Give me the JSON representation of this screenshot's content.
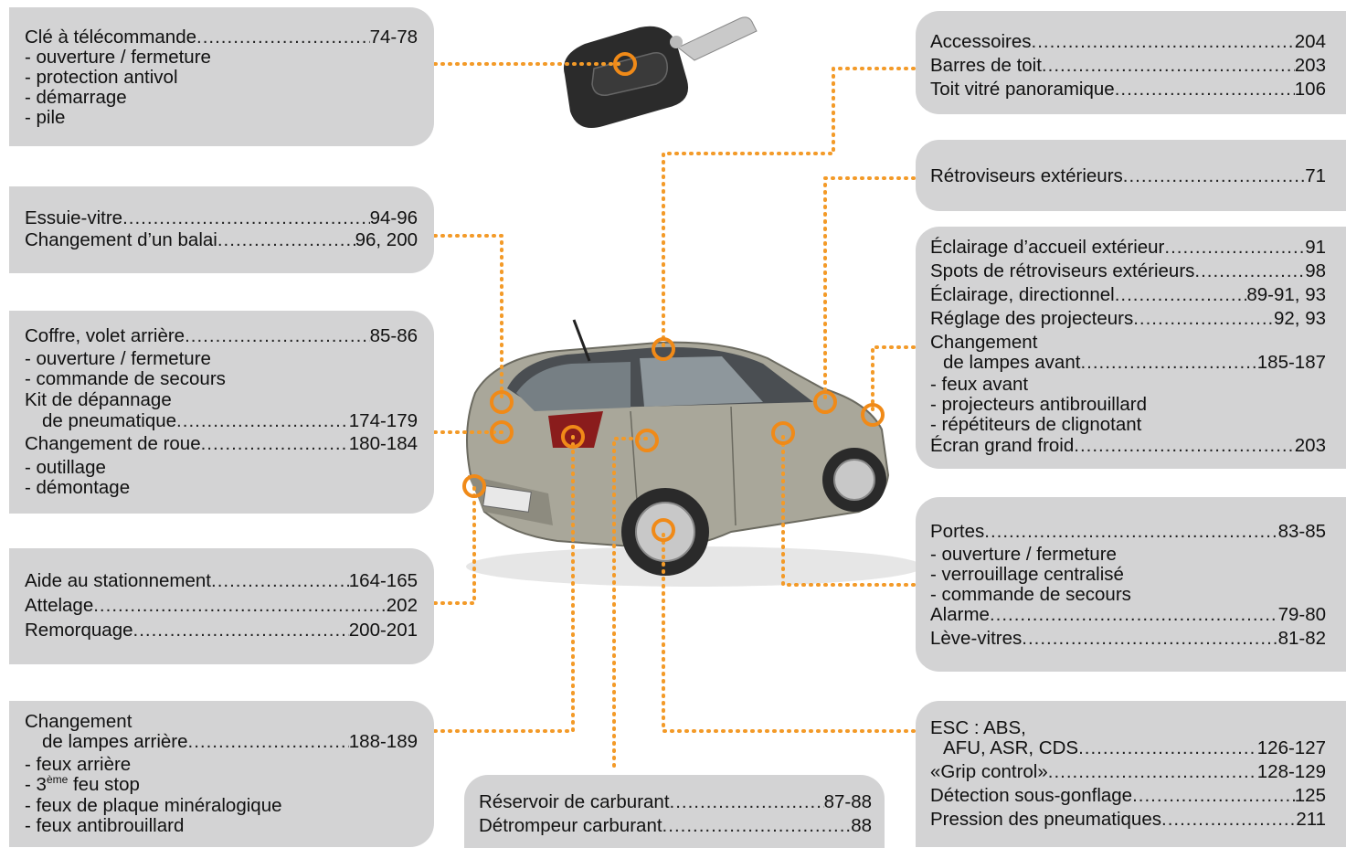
{
  "boxes": {
    "key": {
      "title": "Clé à télécommande",
      "title_pages": "74-78",
      "items": [
        "- ouverture / fermeture",
        "- protection antivol",
        "- démarrage",
        "- pile"
      ]
    },
    "wiper": {
      "rows": [
        {
          "label": "Essuie-vitre",
          "pages": "94-96"
        },
        {
          "label": "Changement d’un balai",
          "pages": "96, 200"
        }
      ]
    },
    "boot": {
      "row1": {
        "label": "Coffre, volet arrière",
        "pages": "85-86"
      },
      "items1": [
        "- ouverture / fermeture",
        "- commande de secours"
      ],
      "kit_line1": "Kit de dépannage",
      "row2": {
        "label": "de pneumatique ",
        "pages": "174-179"
      },
      "row3": {
        "label": "Changement de roue",
        "pages": "180-184"
      },
      "items2": [
        "- outillage",
        "- démontage"
      ]
    },
    "parking": {
      "rows": [
        {
          "label": "Aide au stationnement",
          "pages": "164-165"
        },
        {
          "label": "Attelage ",
          "pages": "202"
        },
        {
          "label": "Remorquage",
          "pages": "200-201"
        }
      ]
    },
    "rear_lamps": {
      "line1": "Changement",
      "row": {
        "label": "de lampes arrière",
        "pages": "188-189"
      },
      "items": [
        "- feux arrière",
        "- 3",
        "ème",
        " feu stop",
        "- feux de plaque minéralogique",
        "- feux antibrouillard"
      ]
    },
    "fuel": {
      "rows": [
        {
          "label": "Réservoir de carburant",
          "pages": "87-88"
        },
        {
          "label": "Détrompeur carburant ",
          "pages": "88"
        }
      ]
    },
    "accessories": {
      "rows": [
        {
          "label": "Accessoires ",
          "pages": "204"
        },
        {
          "label": "Barres de toit ",
          "pages": "203"
        },
        {
          "label": "Toit vitré panoramique ",
          "pages": "106"
        }
      ]
    },
    "mirrors": {
      "rows": [
        {
          "label": "Rétroviseurs extérieurs",
          "pages": "71"
        }
      ]
    },
    "lighting": {
      "rows": [
        {
          "label": "Éclairage d’accueil extérieur",
          "pages": "91"
        },
        {
          "label": "Spots de rétroviseurs extérieurs",
          "pages": "98"
        },
        {
          "label": "Éclairage, directionnel ",
          "pages": "89-91, 93"
        },
        {
          "label": "Réglage des projecteurs",
          "pages": "92, 93"
        }
      ],
      "line5": "Changement",
      "row6": {
        "label": "de lampes avant",
        "pages": "185-187"
      },
      "items": [
        "- feux avant",
        "- projecteurs antibrouillard",
        "- répétiteurs de clignotant"
      ],
      "row_last": {
        "label": "Écran grand froid",
        "pages": "203"
      }
    },
    "doors": {
      "row1": {
        "label": "Portes ",
        "pages": "83-85"
      },
      "items": [
        "- ouverture / fermeture",
        "- verrouillage centralisé",
        "- commande de secours"
      ],
      "row2": {
        "label": "Alarme ",
        "pages": "79-80"
      },
      "row3": {
        "label": "Lève-vitres",
        "pages": "81-82"
      }
    },
    "esc": {
      "line1": "ESC : ABS,",
      "row1": {
        "label": "AFU, ASR, CDS ",
        "pages": "126-127"
      },
      "row2": {
        "label": "«Grip control» ",
        "pages": "128-129"
      },
      "row3": {
        "label": "Détection sous-gonflage",
        "pages": "125"
      },
      "row4": {
        "label": "Pression des pneumatiques ",
        "pages": "211"
      }
    }
  },
  "colors": {
    "box_bg": "#d3d3d4",
    "leader": "#f39a28",
    "marker": "#f08a18",
    "car_body": "#a9a79a"
  }
}
